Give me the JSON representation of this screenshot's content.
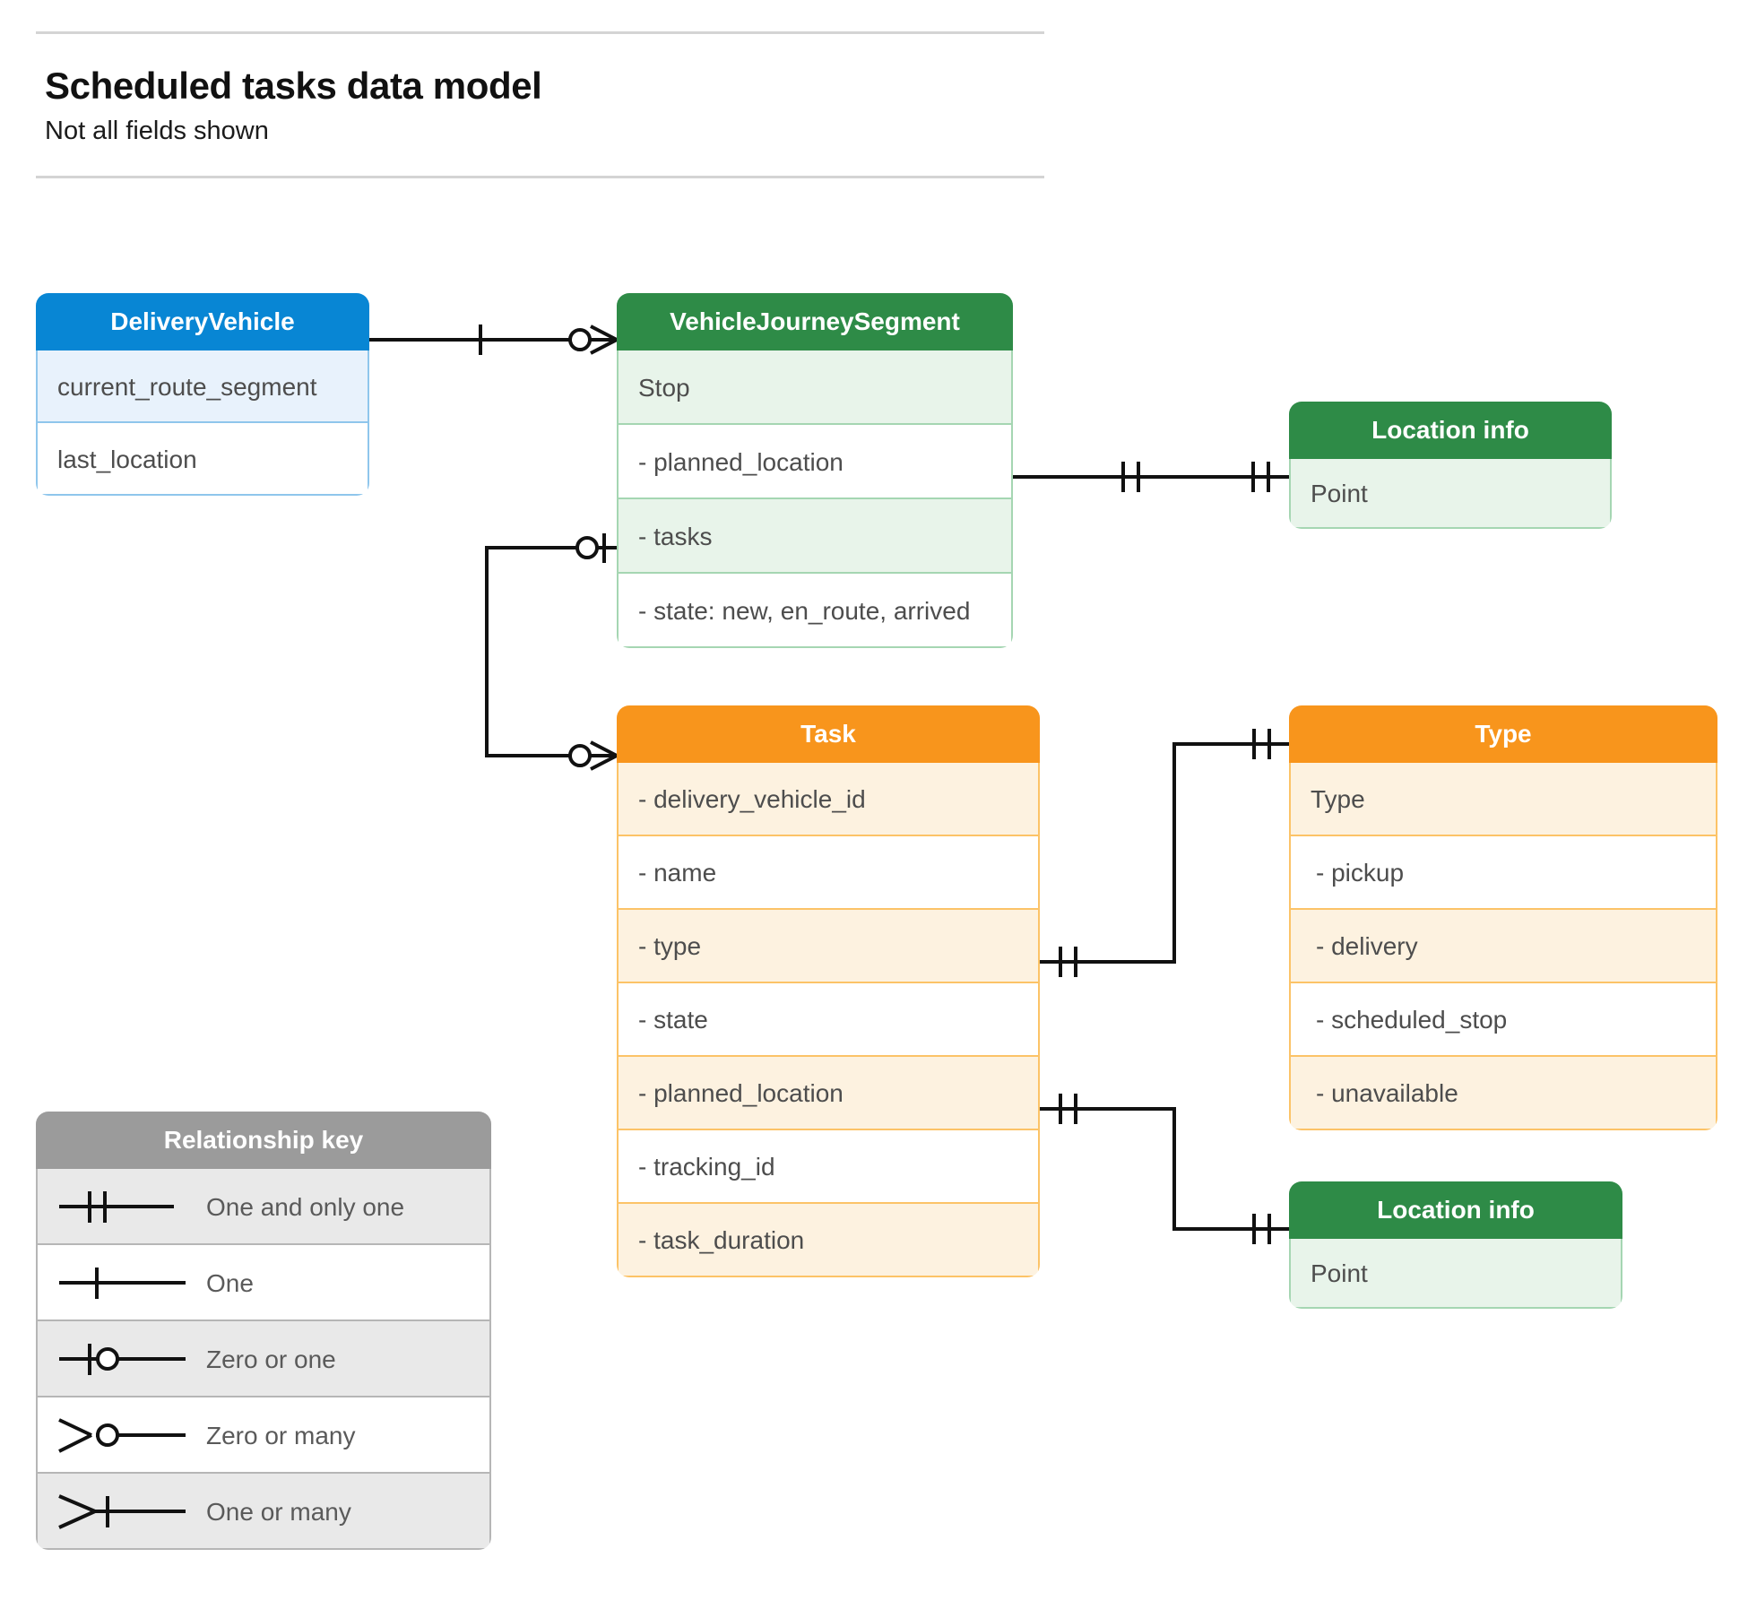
{
  "header": {
    "title": "Scheduled tasks data model",
    "subtitle": "Not all fields shown"
  },
  "entities": {
    "delivery_vehicle": {
      "title": "DeliveryVehicle",
      "rows": [
        "current_route_segment",
        "last_location"
      ]
    },
    "vehicle_journey_segment": {
      "title": "VehicleJourneySegment",
      "rows": [
        "Stop",
        "-  planned_location",
        "- tasks",
        "- state: new, en_route, arrived"
      ]
    },
    "location_info_1": {
      "title": "Location info",
      "rows": [
        "Point"
      ]
    },
    "task": {
      "title": "Task",
      "rows": [
        "- delivery_vehicle_id",
        "- name",
        "- type",
        "- state",
        "- planned_location",
        "- tracking_id",
        "- task_duration"
      ]
    },
    "type": {
      "title": "Type",
      "rows": [
        "Type",
        "-   pickup",
        "-   delivery",
        "-   scheduled_stop",
        "-   unavailable"
      ]
    },
    "location_info_2": {
      "title": "Location info",
      "rows": [
        "Point"
      ]
    }
  },
  "legend": {
    "title": "Relationship key",
    "items": [
      {
        "label": "One and only one",
        "glyph": "one-and-only-one"
      },
      {
        "label": "One",
        "glyph": "one"
      },
      {
        "label": "Zero or one",
        "glyph": "zero-or-one"
      },
      {
        "label": "Zero or many",
        "glyph": "zero-or-many"
      },
      {
        "label": "One or many",
        "glyph": "one-or-many"
      }
    ]
  },
  "relationships": [
    {
      "from": "DeliveryVehicle",
      "to": "VehicleJourneySegment",
      "from_card": "one",
      "to_card": "zero-or-many"
    },
    {
      "from": "VehicleJourneySegment.planned_location",
      "to": "Location info",
      "from_card": "one-and-only-one",
      "to_card": "one-and-only-one"
    },
    {
      "from": "VehicleJourneySegment.tasks",
      "to": "Task",
      "from_card": "zero-or-one",
      "to_card": "zero-or-many"
    },
    {
      "from": "Task.type",
      "to": "Type",
      "from_card": "one-and-only-one",
      "to_card": "one-and-only-one"
    },
    {
      "from": "Task.planned_location",
      "to": "Location info",
      "from_card": "one-and-only-one",
      "to_card": "one-and-only-one"
    }
  ],
  "colors": {
    "blue": "#0886d4",
    "green": "#2e8b47",
    "orange": "#f8951c",
    "gray": "#9b9b9b",
    "line": "#111111"
  }
}
